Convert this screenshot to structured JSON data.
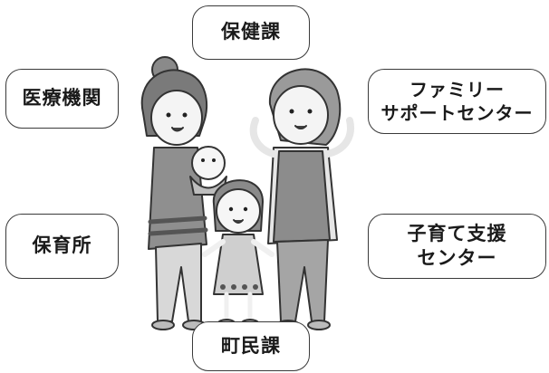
{
  "nodes": {
    "hoken": {
      "label": "保健課"
    },
    "iryo": {
      "label": "医療機関"
    },
    "family_support": {
      "line1": "ファミリー",
      "line2": "サポートセンター"
    },
    "hoikusho": {
      "label": "保育所"
    },
    "kosodate_shien": {
      "line1": "子育て支援",
      "line2": "センター"
    },
    "chomin": {
      "label": "町民課"
    }
  }
}
